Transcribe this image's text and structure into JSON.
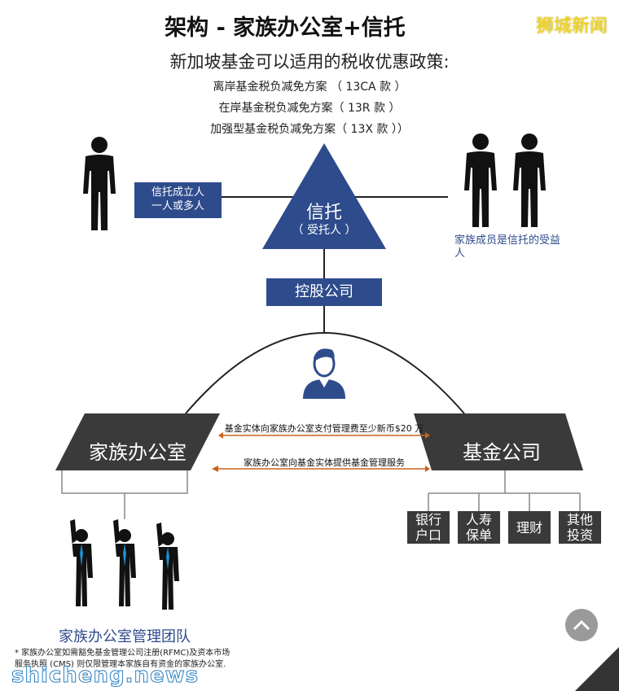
{
  "header": {
    "title": "架构 - 家族办公室+信托",
    "watermark": "狮城新闻"
  },
  "policy": {
    "heading": "新加坡基金可以适用的税收优惠政策:",
    "schemes": [
      "离岸基金税负减免方案 （ 13CA 款 ）",
      "在岸基金税负减免方案（ 13R 款 ）",
      "加强型基金税负减免方案（ 13X 款 ））"
    ]
  },
  "trust": {
    "label": "信托",
    "sub": "（ 受托人 ）"
  },
  "settlor": {
    "line1": "信托成立人",
    "line2": "一人或多人"
  },
  "beneficiary": {
    "note": "家族成员是信托的受益人"
  },
  "holding": {
    "label": "控股公司"
  },
  "family_office": {
    "label": "家族办公室"
  },
  "fund_company": {
    "label": "基金公司"
  },
  "flows": {
    "fee": "基金实体向家族办公室支付管理费至少新币$20 万",
    "service": "家族办公室向基金实体提供基金管理服务"
  },
  "assets": [
    {
      "line1": "银行",
      "line2": "户口"
    },
    {
      "line1": "人寿",
      "line2": "保单"
    },
    {
      "line1": "理财",
      "line2": ""
    },
    {
      "line1": "其他",
      "line2": "投资"
    }
  ],
  "team": {
    "label": "家族办公室管理团队"
  },
  "footnote": {
    "line1": "* 家族办公室如需豁免基金管理公司注册(RFMC)及资本市场",
    "line2": "服务执照 (CMS) 则仅限管理本家族自有资金的家族办公室."
  },
  "site_watermark": "shicheng.news",
  "colors": {
    "blue": "#2e4b8c",
    "dark": "#3a3a3a",
    "arrow": "#c8641a",
    "watermark_yellow": "#f2d61c"
  }
}
